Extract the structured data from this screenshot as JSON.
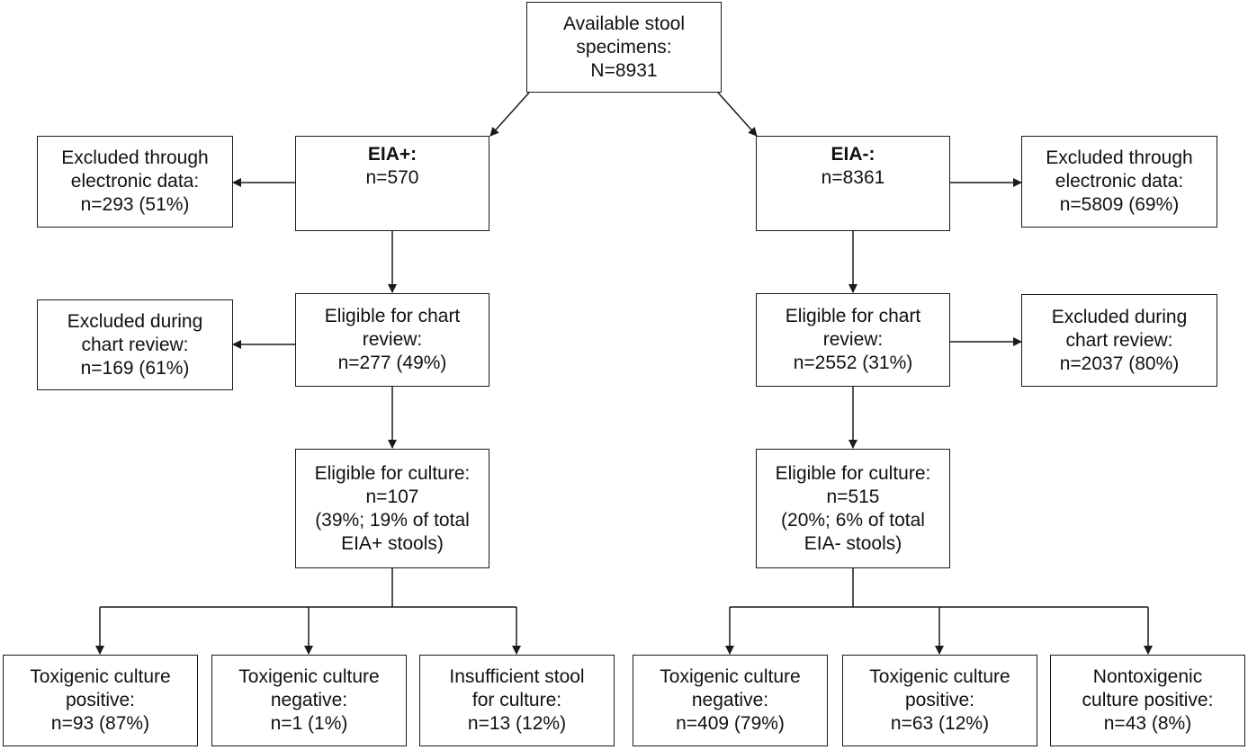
{
  "nodes": {
    "root": [
      "Available stool",
      "specimens:",
      "N=8931"
    ],
    "eia_pos": {
      "title": "EIA+:",
      "count": "n=570"
    },
    "eia_neg": {
      "title": "EIA-:",
      "count": "n=8361"
    },
    "pos_excl_electronic": [
      "Excluded through",
      "electronic data:",
      "n=293 (51%)"
    ],
    "neg_excl_electronic": [
      "Excluded through",
      "electronic data:",
      "n=5809 (69%)"
    ],
    "pos_chart_review": [
      "Eligible for chart",
      "review:",
      "n=277 (49%)"
    ],
    "neg_chart_review": [
      "Eligible for chart",
      "review:",
      "n=2552 (31%)"
    ],
    "pos_excl_chart": [
      "Excluded during",
      "chart review:",
      "n=169 (61%)"
    ],
    "neg_excl_chart": [
      "Excluded during",
      "chart review:",
      "n=2037 (80%)"
    ],
    "pos_culture": [
      "Eligible for culture:",
      "n=107",
      "(39%; 19% of total",
      "EIA+ stools)"
    ],
    "neg_culture": [
      "Eligible for culture:",
      "n=515",
      "(20%; 6% of total",
      "EIA- stools)"
    ],
    "pos_tox_positive": [
      "Toxigenic culture",
      "positive:",
      "n=93 (87%)"
    ],
    "pos_tox_negative": [
      "Toxigenic culture",
      "negative:",
      "n=1 (1%)"
    ],
    "pos_insufficient": [
      "Insufficient stool",
      "for culture:",
      "n=13 (12%)"
    ],
    "neg_tox_negative": [
      "Toxigenic culture",
      "negative:",
      "n=409 (79%)"
    ],
    "neg_tox_positive": [
      "Toxigenic culture",
      "positive:",
      "n=63 (12%)"
    ],
    "neg_nontox_positive": [
      "Nontoxigenic",
      "culture positive:",
      "n=43 (8%)"
    ]
  }
}
